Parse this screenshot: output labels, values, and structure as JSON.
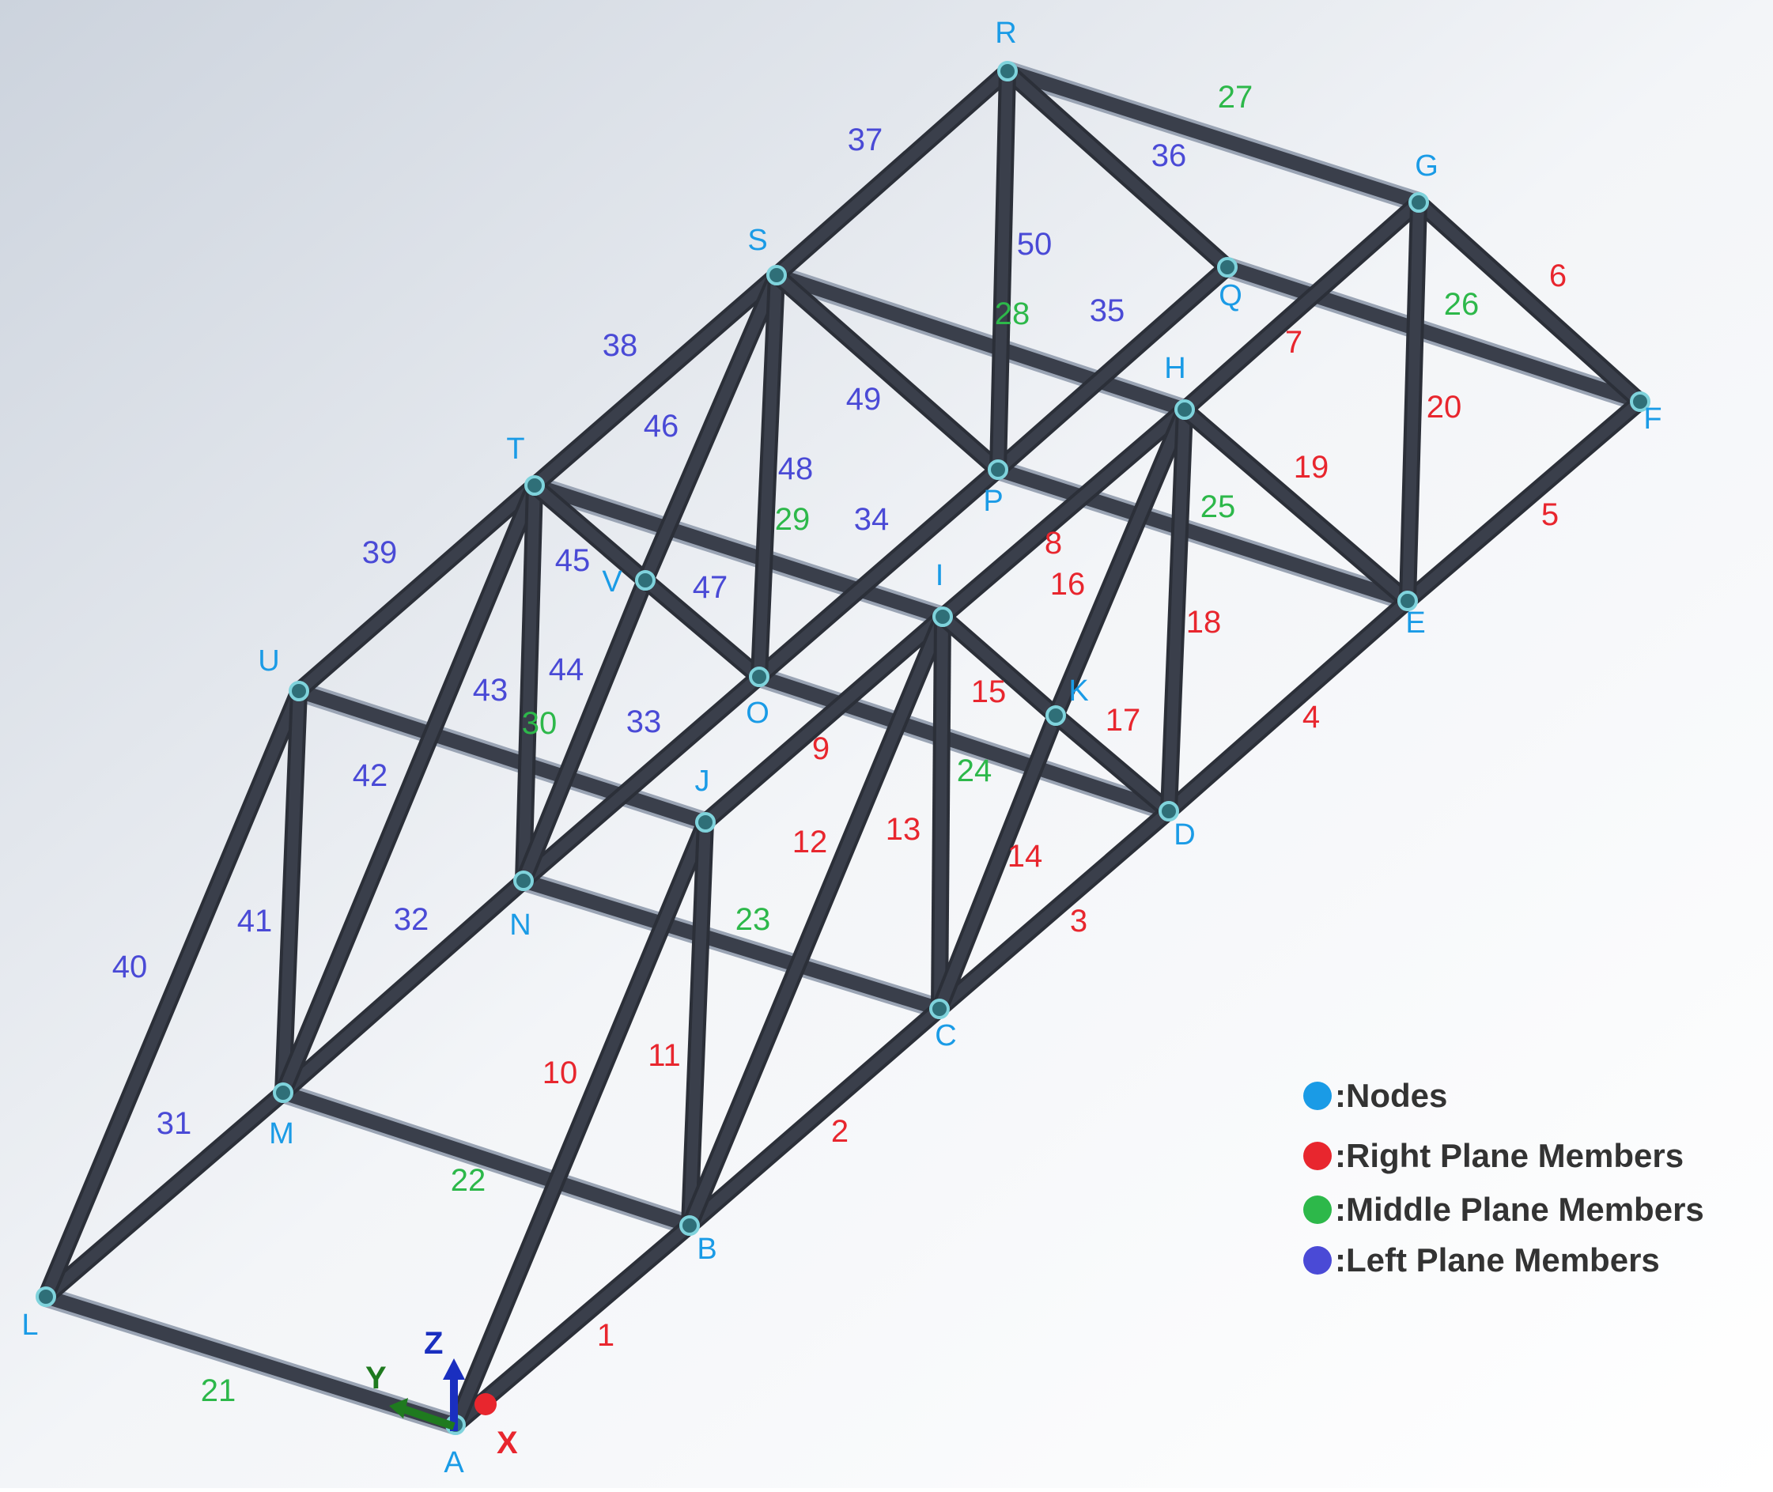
{
  "colors": {
    "node": "#1a9be6",
    "right_plane": "#e8262e",
    "middle_plane": "#2db84a",
    "left_plane": "#4a4ad6",
    "member": "#3a3f4b",
    "member_edge": "#9aa4b4",
    "axis_x": "#e8262e",
    "axis_y": "#1f7a1f",
    "axis_z": "#1a2fc0"
  },
  "nodes": [
    "A",
    "B",
    "C",
    "D",
    "E",
    "F",
    "G",
    "H",
    "I",
    "J",
    "K",
    "L",
    "M",
    "N",
    "O",
    "P",
    "Q",
    "R",
    "S",
    "T",
    "U",
    "V"
  ],
  "members": [
    {
      "id": "1",
      "from": "A",
      "to": "B",
      "plane": "right"
    },
    {
      "id": "2",
      "from": "B",
      "to": "C",
      "plane": "right"
    },
    {
      "id": "3",
      "from": "C",
      "to": "D",
      "plane": "right"
    },
    {
      "id": "4",
      "from": "D",
      "to": "E",
      "plane": "right"
    },
    {
      "id": "5",
      "from": "E",
      "to": "F",
      "plane": "right"
    },
    {
      "id": "6",
      "from": "F",
      "to": "G",
      "plane": "right"
    },
    {
      "id": "7",
      "from": "G",
      "to": "H",
      "plane": "right"
    },
    {
      "id": "8",
      "from": "H",
      "to": "I",
      "plane": "right"
    },
    {
      "id": "9",
      "from": "I",
      "to": "J",
      "plane": "right"
    },
    {
      "id": "10",
      "from": "A",
      "to": "J",
      "plane": "right"
    },
    {
      "id": "11",
      "from": "B",
      "to": "J",
      "plane": "right"
    },
    {
      "id": "12",
      "from": "B",
      "to": "I",
      "plane": "right"
    },
    {
      "id": "13",
      "from": "C",
      "to": "I",
      "plane": "right"
    },
    {
      "id": "14",
      "from": "C",
      "to": "K",
      "plane": "right"
    },
    {
      "id": "15",
      "from": "I",
      "to": "K",
      "plane": "right"
    },
    {
      "id": "16",
      "from": "K",
      "to": "H",
      "plane": "right"
    },
    {
      "id": "17",
      "from": "K",
      "to": "D",
      "plane": "right"
    },
    {
      "id": "18",
      "from": "D",
      "to": "H",
      "plane": "right"
    },
    {
      "id": "19",
      "from": "H",
      "to": "E",
      "plane": "right"
    },
    {
      "id": "20",
      "from": "E",
      "to": "G",
      "plane": "right"
    },
    {
      "id": "21",
      "from": "A",
      "to": "L",
      "plane": "middle"
    },
    {
      "id": "22",
      "from": "B",
      "to": "M",
      "plane": "middle"
    },
    {
      "id": "23",
      "from": "C",
      "to": "N",
      "plane": "middle"
    },
    {
      "id": "24",
      "from": "D",
      "to": "O",
      "plane": "middle"
    },
    {
      "id": "25",
      "from": "E",
      "to": "P",
      "plane": "middle"
    },
    {
      "id": "26",
      "from": "F",
      "to": "Q",
      "plane": "middle"
    },
    {
      "id": "27",
      "from": "G",
      "to": "R",
      "plane": "middle"
    },
    {
      "id": "28",
      "from": "H",
      "to": "S",
      "plane": "middle"
    },
    {
      "id": "29",
      "from": "I",
      "to": "T",
      "plane": "middle"
    },
    {
      "id": "30",
      "from": "J",
      "to": "U",
      "plane": "middle"
    },
    {
      "id": "31",
      "from": "L",
      "to": "M",
      "plane": "left"
    },
    {
      "id": "32",
      "from": "M",
      "to": "N",
      "plane": "left"
    },
    {
      "id": "33",
      "from": "N",
      "to": "O",
      "plane": "left"
    },
    {
      "id": "34",
      "from": "O",
      "to": "P",
      "plane": "left"
    },
    {
      "id": "35",
      "from": "P",
      "to": "Q",
      "plane": "left"
    },
    {
      "id": "36",
      "from": "Q",
      "to": "R",
      "plane": "left"
    },
    {
      "id": "37",
      "from": "R",
      "to": "S",
      "plane": "left"
    },
    {
      "id": "38",
      "from": "S",
      "to": "T",
      "plane": "left"
    },
    {
      "id": "39",
      "from": "T",
      "to": "U",
      "plane": "left"
    },
    {
      "id": "40",
      "from": "L",
      "to": "U",
      "plane": "left"
    },
    {
      "id": "41",
      "from": "M",
      "to": "U",
      "plane": "left"
    },
    {
      "id": "42",
      "from": "M",
      "to": "T",
      "plane": "left"
    },
    {
      "id": "43",
      "from": "N",
      "to": "T",
      "plane": "left"
    },
    {
      "id": "44",
      "from": "N",
      "to": "V",
      "plane": "left"
    },
    {
      "id": "45",
      "from": "T",
      "to": "V",
      "plane": "left"
    },
    {
      "id": "46",
      "from": "V",
      "to": "S",
      "plane": "left"
    },
    {
      "id": "47",
      "from": "V",
      "to": "O",
      "plane": "left"
    },
    {
      "id": "48",
      "from": "O",
      "to": "S",
      "plane": "left"
    },
    {
      "id": "49",
      "from": "S",
      "to": "P",
      "plane": "left"
    },
    {
      "id": "50",
      "from": "P",
      "to": "R",
      "plane": "left"
    }
  ],
  "axes": {
    "x": "X",
    "y": "Y",
    "z": "Z"
  },
  "legend": [
    {
      "label": ":Nodes",
      "color": "#1a9be6"
    },
    {
      "label": ":Right Plane Members",
      "color": "#e8262e"
    },
    {
      "label": ":Middle Plane Members",
      "color": "#2db84a"
    },
    {
      "label": ":Left Plane Members",
      "color": "#4a4ad6"
    }
  ]
}
